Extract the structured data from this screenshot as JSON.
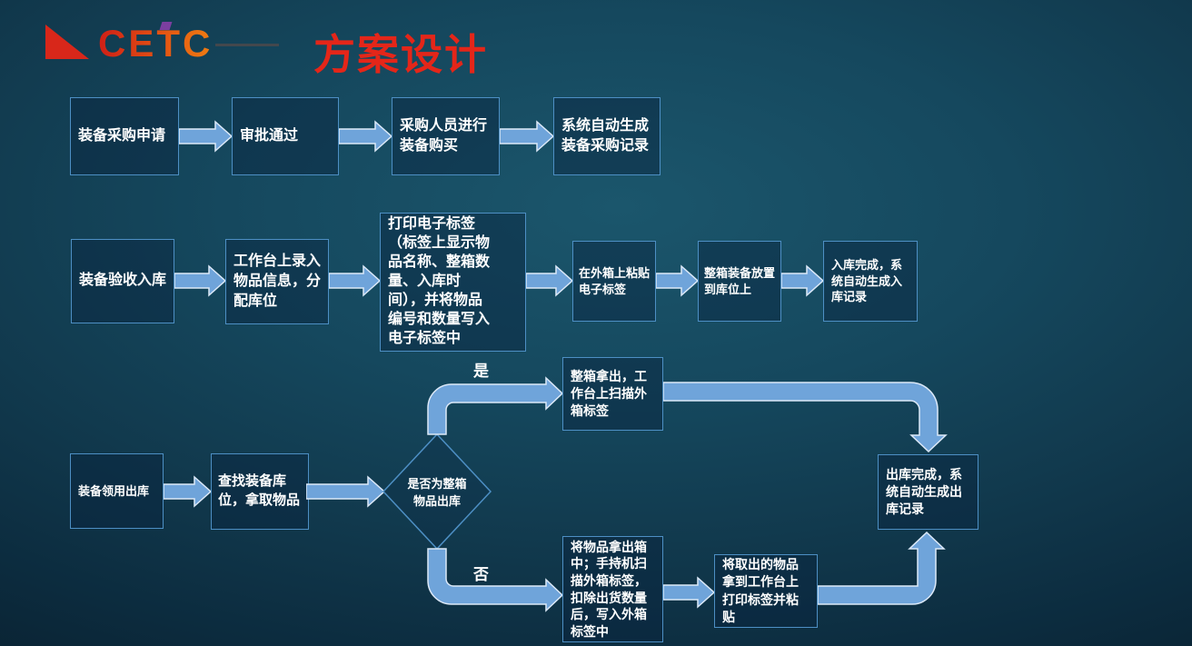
{
  "header": {
    "logo_text": "CETC",
    "title": "方案设计"
  },
  "procurement": {
    "n1": "装备采购申请",
    "n2": "审批通过",
    "n3": "采购人员进行\n装备购买",
    "n4": "系统自动生成\n装备采购记录"
  },
  "inbound": {
    "n1": "装备验收入库",
    "n2": "工作台上录入\n物品信息，分\n配库位",
    "n3": "打印电子标签\n（标签上显示物\n品名称、整箱数\n量、入库时\n间），并将物品\n编号和数量写入\n电子标签中",
    "n4": "在外箱上粘贴\n电子标签",
    "n5": "整箱装备放置\n到库位上",
    "n6": "入库完成，系\n统自动生成入\n库记录"
  },
  "outbound": {
    "n1": "装备领用出库",
    "n2": "查找装备库\n位，拿取物品",
    "decision": "是否为整箱\n物品出库",
    "yes_label": "是",
    "no_label": "否",
    "yes_n1": "整箱拿出，工\n作台上扫描外\n箱标签",
    "no_n1": "将物品拿出箱\n中；手持机扫\n描外箱标签，\n扣除出货数量\n后，写入外箱\n标签中",
    "no_n2": "将取出的物品\n拿到工作台上\n打印标签并粘\n贴",
    "end": "出库完成，系\n统自动生成出\n库记录"
  },
  "colors": {
    "accent_red": "#e42619",
    "logo_gradient_start": "#cf1f16",
    "logo_gradient_end": "#ef7d12",
    "arrow_fill": "#6fa4da",
    "arrow_stroke": "#dce9f8",
    "box_border": "#4d8fc4",
    "background_center": "#1b566c",
    "background_edge": "#0a2333"
  }
}
